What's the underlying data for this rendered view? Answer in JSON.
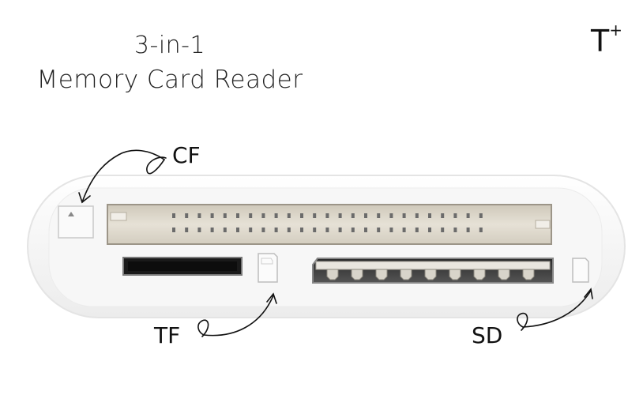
{
  "heading": {
    "line1": "3-in-1",
    "line2": "Memory Card Reader"
  },
  "brand": {
    "mark": "T",
    "superscript": "+"
  },
  "labels": {
    "cf": "CF",
    "tf": "TF",
    "sd": "SD"
  },
  "colors": {
    "body": "#f4f4f4",
    "edge": "#e2e2e2",
    "slot_dark": "#1c1c1c",
    "cf_slot": "#dcd6c9",
    "pins": "#6b6b6b",
    "ink": "#111111"
  }
}
